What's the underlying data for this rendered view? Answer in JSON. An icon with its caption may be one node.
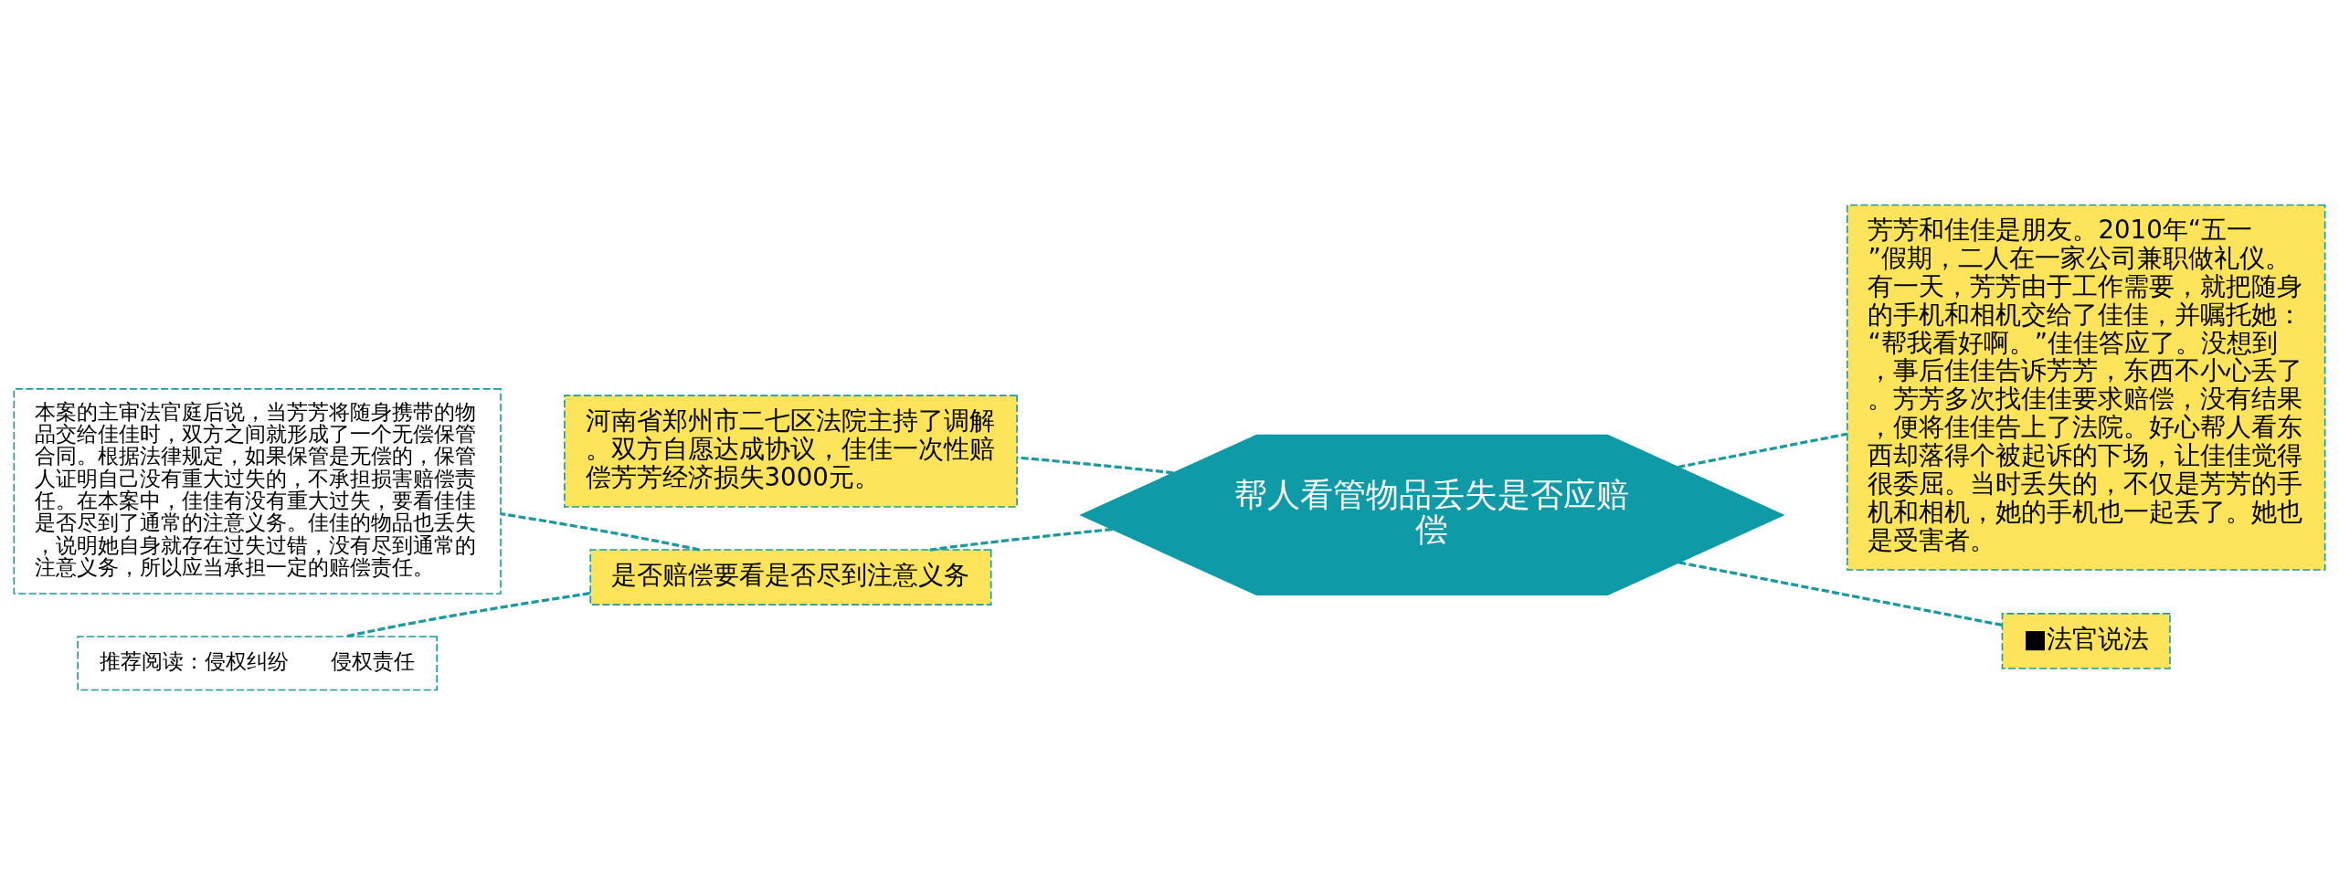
{
  "diagram": {
    "nodes": [
      {
        "text": [
          "帮人看管物品丢失是否应赔偿"
        ]
      },
      {
        "text": [
          "芳芳和佳佳是朋友。2010年“五一”假期，二人在一家公司兼职做礼仪。有一天，芳芳由于工作需要，就把随身的手机和相机交给了佳佳，并嘱托她：“帮我看好啊。”佳佳答应了。没想到，事后佳佳告诉芳芳，东西不小心丢了。芳芳多次找佳佳要求赔偿，没有结果，便将佳佳告上了法院。好心帮人看东西却落得个被起诉的下场，让佳佳觉得很委屈。当时丢失的，不仅是芳芳的手机和相机，她的手机也一起丢了。她也是受害者。"
        ]
      },
      {
        "text": [
          "■法官说法"
        ]
      },
      {
        "text": [
          "河南省郑州市二七区法院主持了调解。双方自愿达成协议，佳佳一次性赔偿芳芳经济损失3000元。"
        ]
      },
      {
        "text": [
          "是否赔偿要看是否尽到注意义务"
        ]
      },
      {
        "text": [
          "本案的主审法官庭后说，当芳芳将随身携带的物品交给佳佳时，双方之间就形成了一个无偿保管合同。根据法律规定，如果保管是无偿的，保管人证明自己没有重大过失的，不承担损害赔偿责任。在本案中，佳佳有没有重大过失，要看佳佳是否尽到了通常的注意义务。佳佳的物品也丢失，说明她自身就存在过失过错，没有尽到通常的注意义务，所以应当承担一定的赔偿责任。"
        ]
      },
      {
        "text": [
          "推荐阅读：侵权纠纷　　侵权责任"
        ]
      }
    ],
    "edges": [
      {
        "from": 0,
        "to": 1,
        "arrow": "none",
        "style": "dashed"
      },
      {
        "from": 0,
        "to": 2,
        "arrow": "none",
        "style": "dashed"
      },
      {
        "from": 0,
        "to": 3,
        "arrow": "none",
        "style": "dashed"
      },
      {
        "from": 0,
        "to": 4,
        "arrow": "none",
        "style": "dashed"
      },
      {
        "from": 4,
        "to": 5,
        "arrow": "none",
        "style": "dashed"
      },
      {
        "from": 4,
        "to": 6,
        "arrow": "none",
        "style": "dashed"
      }
    ]
  }
}
